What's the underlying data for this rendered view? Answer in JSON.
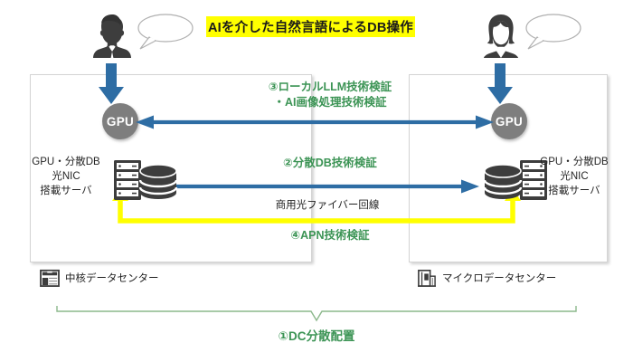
{
  "diagram": {
    "title": "AIを介した自然言語によるDB操作",
    "title_highlight_color": "#ffff00",
    "accent_green": "#3c9455",
    "accent_blue": "#2e6da4",
    "accent_yellow": "#ffff00",
    "gpu_gray": "#7e7e7e"
  },
  "left_dc": {
    "gpu_label": "GPU",
    "server_label": "GPU・分散DB\n光NIC\n搭載サーバ",
    "server_label_line1": "GPU・分散DB",
    "server_label_line2": "光NIC",
    "server_label_line3": "搭載サーバ",
    "caption": "中核データセンター",
    "caption_icon": "building-large-icon",
    "person_icon": "businessman-icon",
    "speech_icon": "speech-bubble-icon"
  },
  "right_dc": {
    "gpu_label": "GPU",
    "server_label_line1": "GPU・分散DB",
    "server_label_line2": "光NIC",
    "server_label_line3": "搭載サーバ",
    "caption": "マイクロデータセンター",
    "caption_icon": "building-small-icon",
    "person_icon": "businesswoman-icon",
    "speech_icon": "speech-bubble-icon"
  },
  "annotations": {
    "item3_line1": "③ローカルLLM技術検証",
    "item3_line2": "・AI画像処理技術検証",
    "item2": "②分散DB技術検証",
    "fiber": "商用光ファイバー回線",
    "item4": "④APN技術検証",
    "item1": "①DC分散配置"
  }
}
